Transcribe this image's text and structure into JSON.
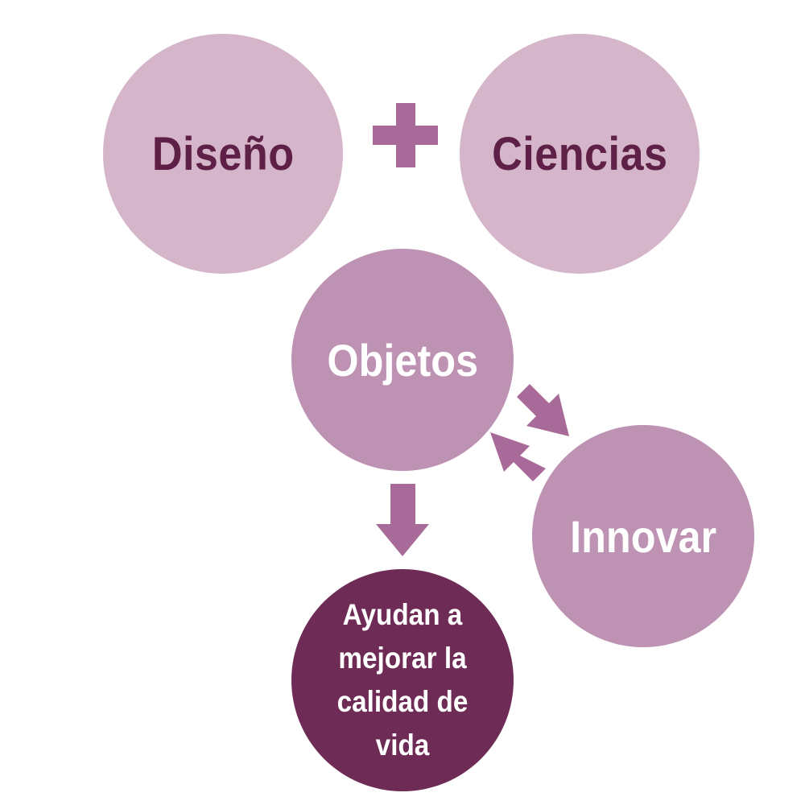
{
  "diagram": {
    "nodes": {
      "diseno": {
        "label": "Diseño"
      },
      "ciencias": {
        "label": "Ciencias"
      },
      "objetos": {
        "label": "Objetos"
      },
      "innovar": {
        "label": "Innovar"
      },
      "ayudan": {
        "label": "Ayudan a\nmejorar la\ncalidad de\nvida"
      }
    },
    "colors": {
      "light_circle": "#d4b5c9",
      "mid_circle": "#bd92b3",
      "dark_circle": "#6e2b55",
      "dark_text": "#5e2046",
      "light_text": "#ffffff",
      "accent": "#a86a98"
    },
    "connectors": {
      "plus": {
        "icon": "plus-icon"
      },
      "to_innovar": {
        "icon": "arrow-down-right-icon"
      },
      "from_innovar": {
        "icon": "arrow-up-left-icon"
      },
      "to_ayudan": {
        "icon": "arrow-down-icon"
      }
    }
  }
}
